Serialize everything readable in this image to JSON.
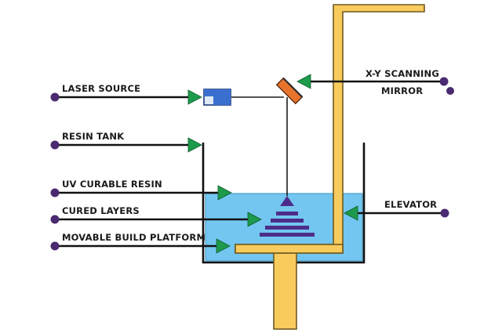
{
  "labels": {
    "laser_source": "LASER SOURCE",
    "resin_tank": "RESIN TANK",
    "uv_curable_resin": "UV CURABLE RESIN",
    "cured_layers": "CURED LAYERS",
    "movable_build_platform": "MOVABLE BUILD PLATFORM",
    "scanning_mirror_line1": "X-Y SCANNING",
    "scanning_mirror_line2": "MIRROR",
    "elevator": "ELEVATOR"
  },
  "colors": {
    "resin": "#73c6f0",
    "elevator": "#f8cb5d",
    "elevator_outline": "#6e5a21",
    "arrow": "#1d9a4b",
    "dot": "#4a2a70",
    "mirror": "#e8742c",
    "laser_body": "#3a6fcf",
    "layers": "#4c2d8a"
  },
  "cured_layer_count": 5
}
